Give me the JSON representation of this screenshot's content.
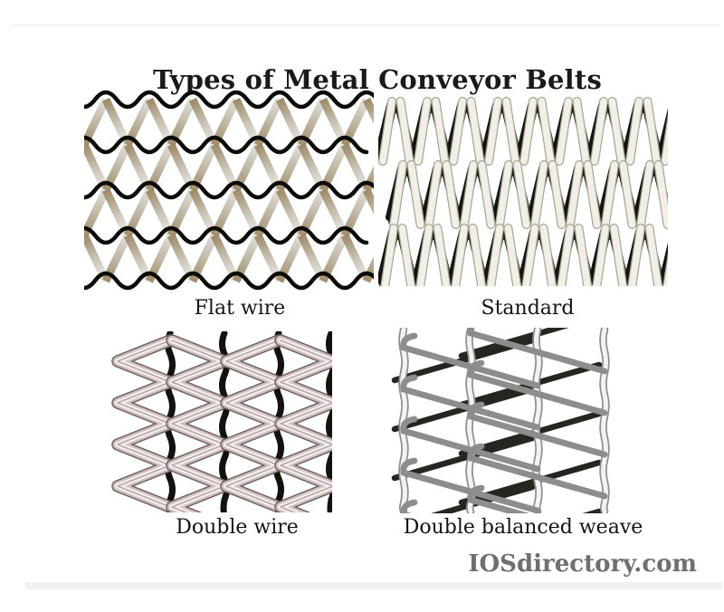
{
  "title": "Types of Metal Conveyor Belts",
  "belts": [
    {
      "label": "Flat wire"
    },
    {
      "label": "Standard"
    },
    {
      "label": "Double wire"
    },
    {
      "label": "Double balanced weave"
    }
  ],
  "watermark": "IOSdirectory.com",
  "colors": {
    "background": "#ffffff",
    "wire_black": "#14110c",
    "flat_strip_tan": "#9c8866",
    "flat_strip_silver": "#e3e2df",
    "standard_white_wire": "#f2f0e6",
    "double_wire_tube": "#cfc0c0",
    "balanced_gray_wire": "#8d8d8d",
    "rule_gray": "#f1f1f1",
    "text": "#1a1a1a",
    "watermark_gray": "#6f6f6f"
  }
}
